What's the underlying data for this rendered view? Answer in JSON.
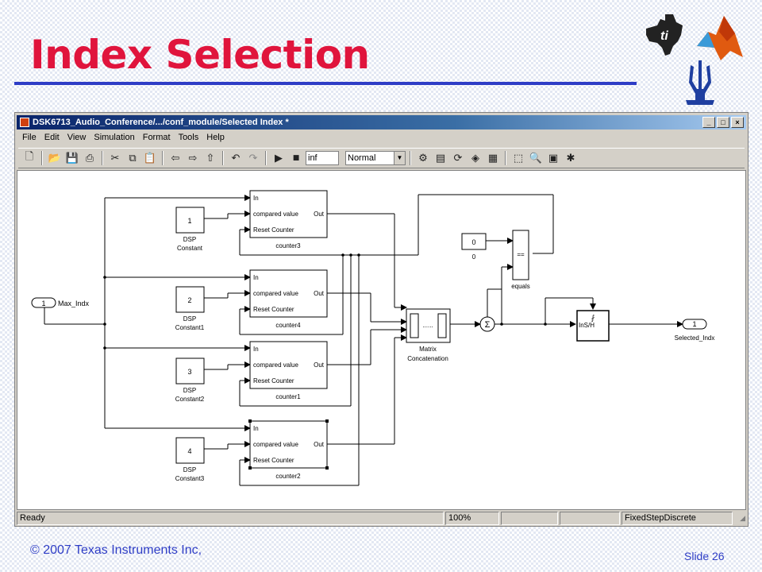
{
  "slide": {
    "title": "Index Selection",
    "copyright": "© 2007 Texas Instruments Inc,",
    "slide_number": "Slide 26"
  },
  "window": {
    "title": "DSK6713_Audio_Conference/.../conf_module/Selected Index *",
    "buttons": [
      "_",
      "□",
      "×"
    ],
    "menu": [
      "File",
      "Edit",
      "View",
      "Simulation",
      "Format",
      "Tools",
      "Help"
    ],
    "toolbar": {
      "stop_time": "inf",
      "sim_mode": "Normal"
    },
    "status": {
      "state": "Ready",
      "zoom": "100%",
      "solver": "FixedStepDiscrete"
    }
  },
  "model": {
    "inport": {
      "port": "1",
      "name": "Max_Indx"
    },
    "constants": [
      {
        "value": "1",
        "name1": "DSP",
        "name2": "Constant"
      },
      {
        "value": "2",
        "name1": "DSP",
        "name2": "Constant1"
      },
      {
        "value": "3",
        "name1": "DSP",
        "name2": "Constant2"
      },
      {
        "value": "4",
        "name1": "DSP",
        "name2": "Constant3"
      }
    ],
    "counter_ports": {
      "in": "In",
      "compared": "compared value",
      "out": "Out",
      "reset": "Reset Counter"
    },
    "counters": [
      "counter3",
      "counter4",
      "counter1",
      "counter2"
    ],
    "matrix_concat": {
      "name1": "Matrix",
      "name2": "Concatenation",
      "glyph": "......"
    },
    "zero_const": {
      "value": "0",
      "name": "0"
    },
    "equals": {
      "op": "==",
      "name": "equals"
    },
    "sample_hold": {
      "label": "InS/H"
    },
    "outport": {
      "port": "1",
      "name": "Selected_Indx"
    }
  },
  "colors": {
    "title": "#e0143c",
    "rule": "#2e3dc6",
    "footer": "#2e3dc6"
  }
}
